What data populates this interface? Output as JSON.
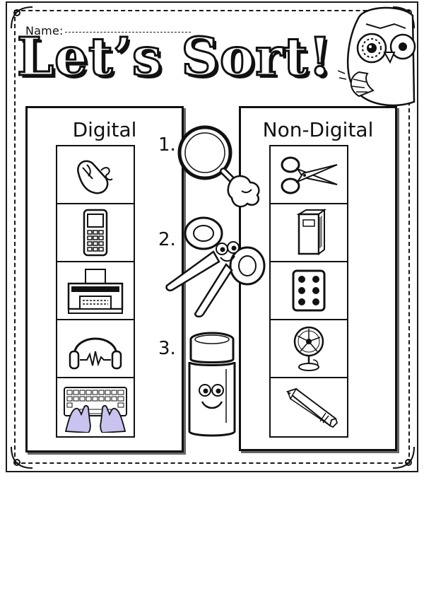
{
  "worksheet": {
    "name_label": "Name:",
    "title": "Let’s Sort!",
    "columns": [
      {
        "label": "Digital",
        "items": [
          "computer-mouse-icon",
          "cell-phone-icon",
          "printer-icon",
          "headphones-icon",
          "keyboard-hands-icon"
        ]
      },
      {
        "label": "Non-Digital",
        "items": [
          "scissors-icon",
          "book-icon",
          "dice-icon",
          "fan-icon",
          "pencil-icon"
        ]
      }
    ],
    "steps": [
      {
        "number": "1.",
        "tool": "magnifying-glass-icon"
      },
      {
        "number": "2.",
        "tool": "scissors-character-icon"
      },
      {
        "number": "3.",
        "tool": "glue-stick-character-icon"
      }
    ]
  },
  "colors": {
    "ink": "#111111",
    "keyboard_hands_fill": "#c9c3f0"
  }
}
